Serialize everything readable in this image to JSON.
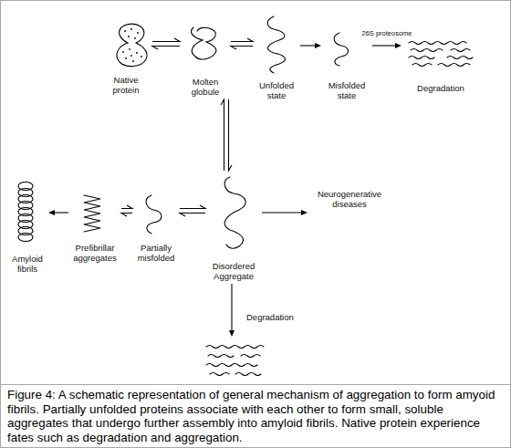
{
  "diagram": {
    "caption": "Figure 4: A schematic representation of general mechanism of aggregation to form amyoid fibrils. Partially unfolded proteins associate with each other to form small, soluble aggregates that undergo further assembly into amyloid fibrils. Native protein experience fates such as degradation and aggregation.",
    "nodes": [
      {
        "text": [
          "Native protein"
        ]
      },
      {
        "text": [
          "Molten globule"
        ]
      },
      {
        "text": [
          "Unfolded state"
        ]
      },
      {
        "text": [
          "Misfolded state"
        ]
      },
      {
        "text": [
          "Degradation"
        ]
      },
      {
        "text": [
          "Amyloid fibrils"
        ]
      },
      {
        "text": [
          "Prefibrillar aggregates"
        ]
      },
      {
        "text": [
          "Partially misfolded"
        ]
      },
      {
        "text": [
          "Disordered Aggregate"
        ]
      },
      {
        "text": [
          "Neurogenerative diseases"
        ]
      },
      {
        "text": [
          "Degradation"
        ]
      }
    ],
    "edges": [
      {
        "from": 0,
        "to": 1,
        "arrow": "both"
      },
      {
        "from": 1,
        "to": 2,
        "arrow": "both"
      },
      {
        "from": 2,
        "to": 3,
        "arrow": "to"
      },
      {
        "from": 3,
        "to": 4,
        "label": "26S proteosome",
        "arrow": "to"
      },
      {
        "from": 1,
        "to": 8,
        "arrow": "both"
      },
      {
        "from": 8,
        "to": 7,
        "arrow": "both"
      },
      {
        "from": 7,
        "to": 6,
        "arrow": "both"
      },
      {
        "from": 6,
        "to": 5,
        "arrow": "to"
      },
      {
        "from": 8,
        "to": 9,
        "arrow": "to"
      },
      {
        "from": 8,
        "to": 10,
        "arrow": "to"
      }
    ]
  }
}
